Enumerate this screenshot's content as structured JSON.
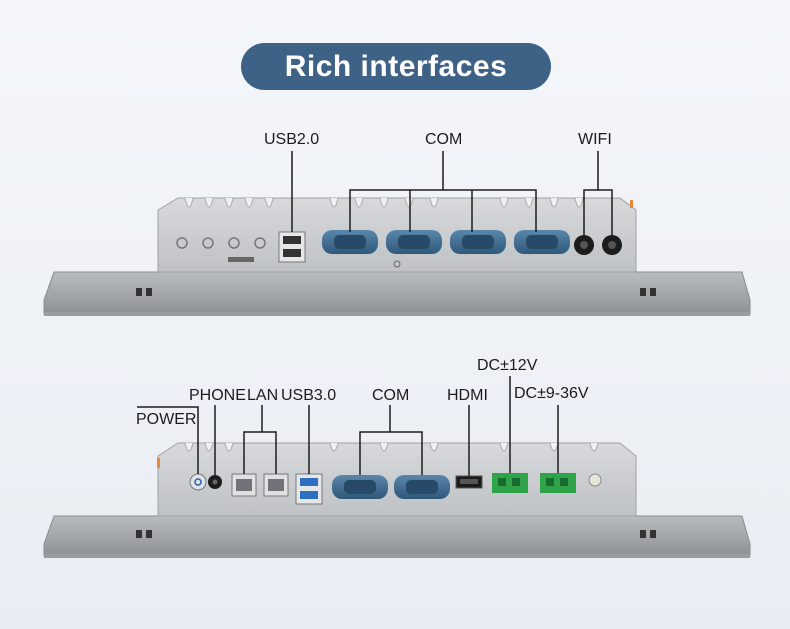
{
  "header": {
    "title": "Rich interfaces"
  },
  "top_panel": {
    "labels": {
      "usb": "USB2.0",
      "com": "COM",
      "wifi": "WIFI"
    }
  },
  "bottom_panel": {
    "labels": {
      "power": "POWER",
      "phone": "PHONE",
      "lan": "LAN",
      "usb": "USB3.0",
      "com": "COM",
      "hdmi": "HDMI",
      "dc12": "DC±12V",
      "dc936": "DC±9-36V"
    }
  },
  "colors": {
    "title_bg": "#3d6286",
    "chassis": "#c9cbcd",
    "bezel": "#a9acaf",
    "com_port": "#3d6b92",
    "terminal_green": "#2fa34a",
    "accent_orange": "#e58a3c"
  },
  "icons": [
    "usb-port-icon",
    "serial-port-icon",
    "antenna-icon",
    "ethernet-port-icon",
    "hdmi-port-icon",
    "terminal-block-icon",
    "power-button-icon",
    "audio-jack-icon"
  ]
}
